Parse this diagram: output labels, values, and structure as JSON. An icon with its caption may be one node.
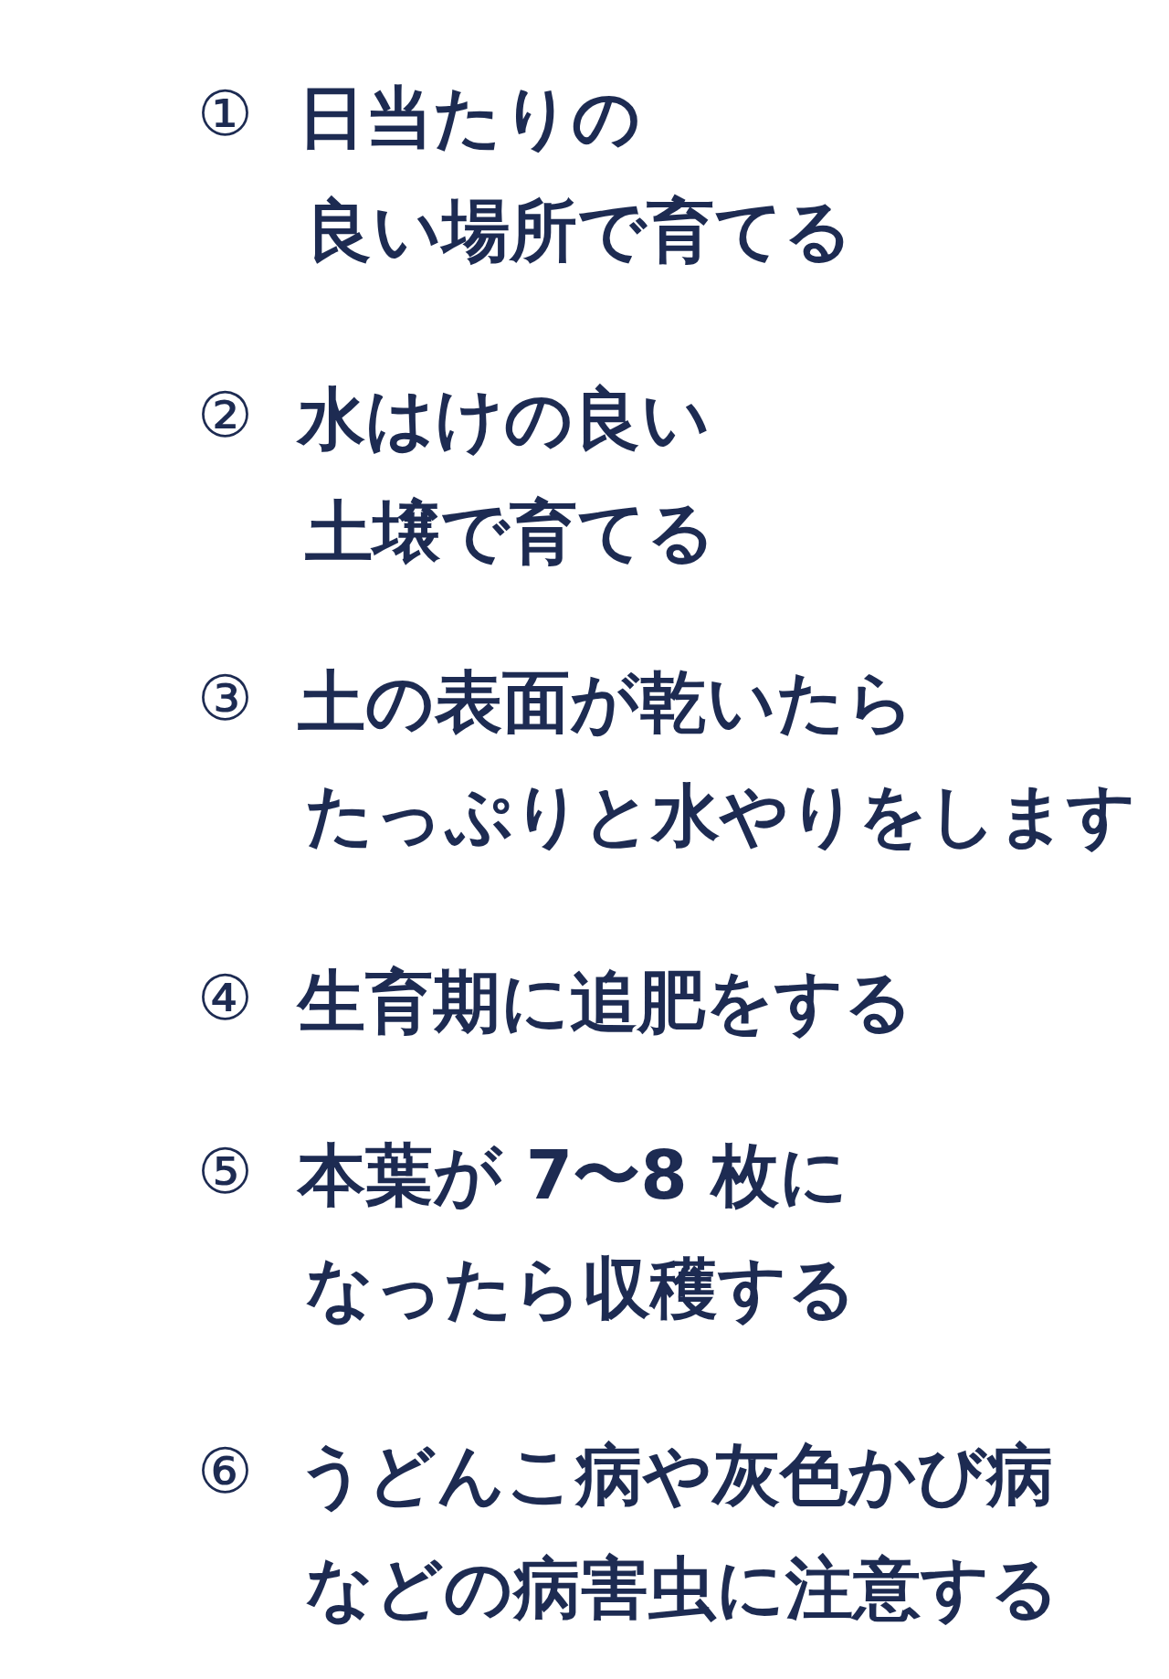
{
  "diagram": {
    "labels": [
      "①",
      "日当たりの良い場所で育てる",
      "②",
      "水はけの良い土壌で育てる",
      "③",
      "土の表面が乾いたらたっぷりと水やりをします",
      "④",
      "生育期に追肥をする",
      "⑤",
      "本葉が 7〜8 枚になったら収穫する",
      "⑥",
      "うどんこ病や灰色かび病などの病害虫に注意する"
    ]
  }
}
